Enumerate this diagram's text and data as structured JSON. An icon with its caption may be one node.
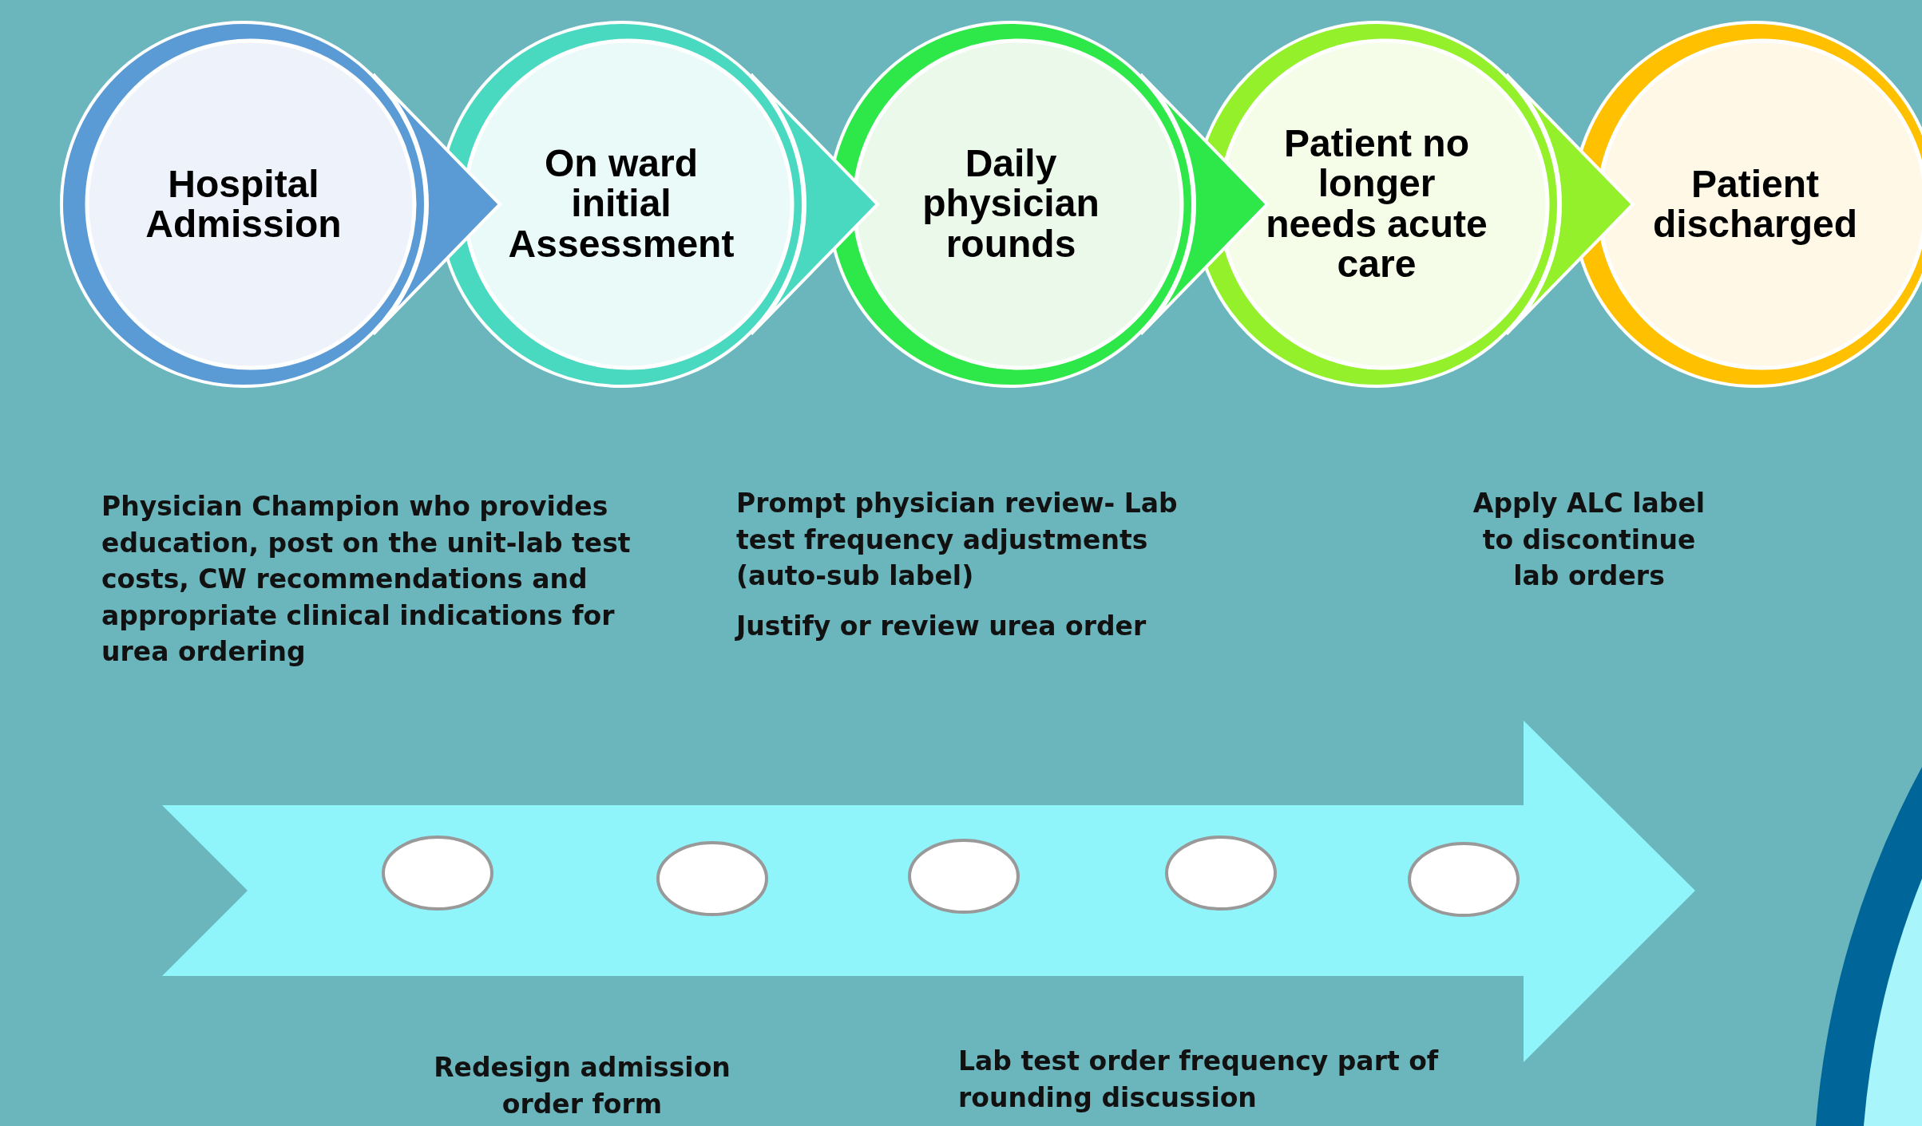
{
  "diagram": {
    "nodes": [
      {
        "text": [
          "Hospital Admission"
        ]
      },
      {
        "text": [
          "On ward initial Assessment"
        ]
      },
      {
        "text": [
          "Daily physician rounds"
        ]
      },
      {
        "text": [
          "Patient no longer needs acute care"
        ]
      },
      {
        "text": [
          "Patient discharged"
        ]
      },
      {
        "text": [],
        "shape": "ellipse"
      },
      {
        "text": [],
        "shape": "ellipse"
      },
      {
        "text": [],
        "shape": "ellipse"
      },
      {
        "text": [],
        "shape": "ellipse"
      },
      {
        "text": [],
        "shape": "ellipse"
      },
      {
        "text": [],
        "shape": "circle"
      }
    ],
    "edges": [
      {
        "from": 0,
        "to": 1,
        "arrow": "to"
      },
      {
        "from": 1,
        "to": 2,
        "arrow": "to"
      },
      {
        "from": 2,
        "to": 3,
        "arrow": "to"
      },
      {
        "from": 3,
        "to": 4,
        "arrow": "to"
      }
    ],
    "labels": [
      "Physician Champion who provides education, post on the unit-lab test costs, CW recommendations and appropriate clinical indications for urea ordering",
      "Prompt physician review- Lab test frequency adjustments (auto-sub label)",
      "Apply ALC label to discontinue lab orders",
      "Justify or review urea order",
      "Redesign admission order form",
      "Lab test order frequency part of rounding discussion"
    ]
  }
}
